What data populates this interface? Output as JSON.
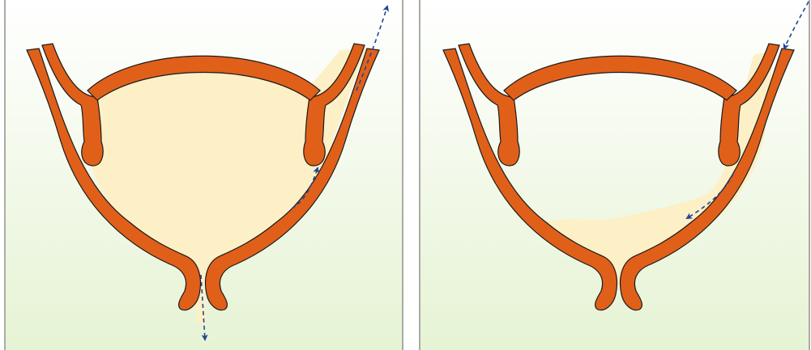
{
  "colors": {
    "background": "#ffffff",
    "gradient_top": "#ffffff",
    "gradient_bottom": "#e6f3d4",
    "frame": "#a8ada4",
    "wall": "#e0601a",
    "wall_outline": "#1a1a1a",
    "urine": "#fdefc6",
    "arrow": "#24449a"
  },
  "panels": [
    {
      "id": "left",
      "state": "full bladder, flow out through urethra and up the ureter"
    },
    {
      "id": "right",
      "state": "emptied bladder with residual urine, flow down the ureter into bladder"
    }
  ]
}
